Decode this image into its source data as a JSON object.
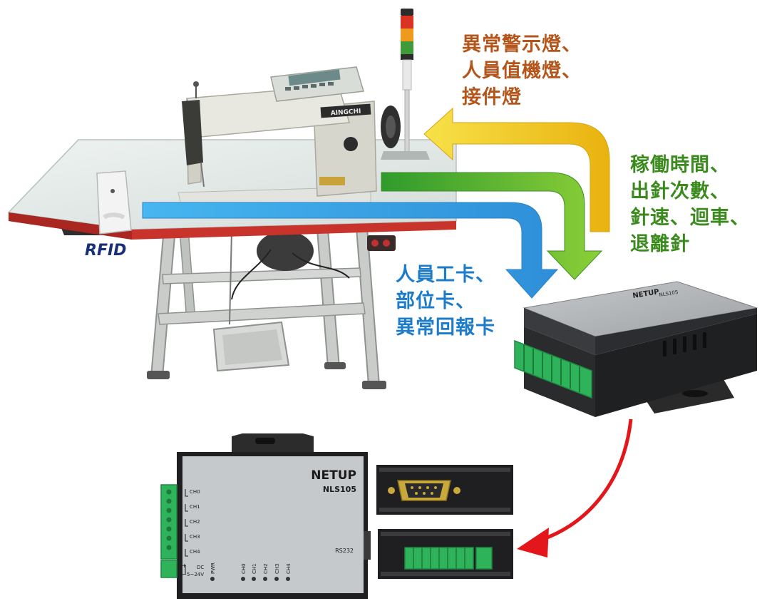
{
  "labels": {
    "alarm_lights": [
      "異常警示燈、",
      "人員值機燈、",
      "接件燈"
    ],
    "production_stats": [
      "稼働時間、",
      "出針次數、",
      "針速、迴車、",
      "退離針"
    ],
    "cards": [
      "人員工卡、",
      "部位卡、",
      "異常回報卡"
    ],
    "rfid": "RFID"
  },
  "machine": {
    "brand_plate": "AINGCHI"
  },
  "device": {
    "brand": "NETUP",
    "model": "NLS105",
    "port": "RS232",
    "channels": [
      "CH0",
      "CH1",
      "CH2",
      "CH3",
      "CH4"
    ],
    "power_label": "DC",
    "power_range": "5~24V",
    "power_led": "PWR",
    "led_labels": [
      "PWR",
      "CH0",
      "CH1",
      "CH2",
      "CH3",
      "CH4"
    ]
  },
  "colors": {
    "alarm_text": "#b4561b",
    "stats_text": "#3a8a1e",
    "cards_text": "#1d7cc9",
    "arrow_yellow": "#f3c51a",
    "arrow_green": "#57b630",
    "arrow_blue": "#3aa3e6",
    "arrow_red": "#e3161b",
    "rfid_text": "#1a2f7a"
  }
}
